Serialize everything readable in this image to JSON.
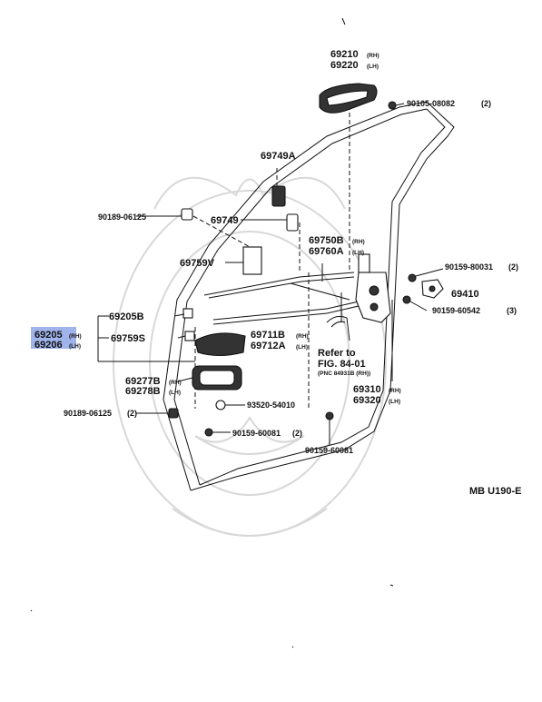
{
  "diagram": {
    "figure_code": "MB U190-E",
    "labels": {
      "handle_outer": [
        "69210",
        "(RH)",
        "69220",
        "(LH)"
      ],
      "screw_top": [
        "90105-08082",
        "(2)"
      ],
      "lock_rod_top": [
        "69749A"
      ],
      "clip_left": [
        "90189-06125"
      ],
      "clip_rod": [
        "69749"
      ],
      "protector": [
        "69759V"
      ],
      "rod_lock": [
        "69750B",
        "(RH)",
        "69760A",
        "(LH)"
      ],
      "screw_right1": [
        "90159-80031",
        "(2)"
      ],
      "striker": [
        "69410"
      ],
      "screw_right2": [
        "90159-60542",
        "(3)"
      ],
      "rod_left": [
        "69205B"
      ],
      "handle_inner_highlight": [
        "69205",
        "(RH)",
        "69206",
        "(LH)"
      ],
      "clip_handle": [
        "69759S"
      ],
      "rod_inner": [
        "69711B",
        "(RH)",
        "69712A",
        "(LH)"
      ],
      "refer": [
        "Refer to",
        "FIG. 84-01",
        "(PNC 84931B (RH))"
      ],
      "bezel": [
        "69277B",
        "(RH)",
        "69278B",
        "(LH)"
      ],
      "lock_assy": [
        "69310",
        "(RH)",
        "69320",
        "(LH)"
      ],
      "screw_bezel": [
        "93520-54010"
      ],
      "clip_bottom": [
        "90189-06125",
        "(2)"
      ],
      "screw_bottom1": [
        "90159-60081",
        "(2)"
      ],
      "screw_bottom2": [
        "90159-60081"
      ]
    },
    "colors": {
      "highlight": "#8fa6e6",
      "ink": "#111111",
      "watermark": "#d8d8d8"
    }
  }
}
